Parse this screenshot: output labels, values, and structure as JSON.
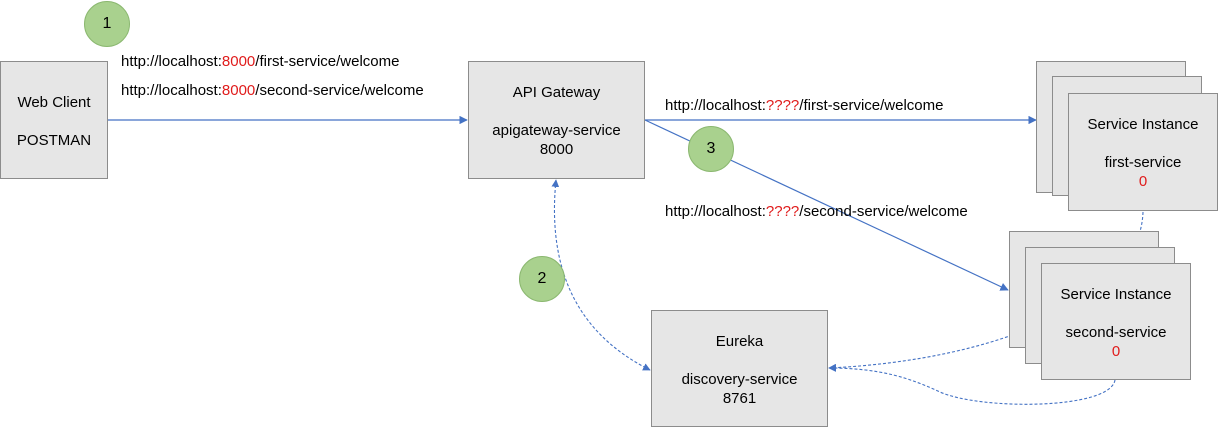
{
  "badges": {
    "step1": "1",
    "step2": "2",
    "step3": "3"
  },
  "web_client": {
    "line1": "Web Client",
    "line2": "POSTMAN"
  },
  "api_gateway": {
    "line1": "API Gateway",
    "line2": "apigateway-service",
    "line3": "8000"
  },
  "eureka": {
    "line1": "Eureka",
    "line2": "discovery-service",
    "line3": "8761"
  },
  "first_service": {
    "line1": "Service Instance",
    "line2": "first-service",
    "line3": "0"
  },
  "second_service": {
    "line1": "Service Instance",
    "line2": "second-service",
    "line3": "0"
  },
  "client_urls": {
    "first": {
      "prefix": "http://localhost:",
      "port": "8000",
      "path": "/first-service/welcome"
    },
    "second": {
      "prefix": "http://localhost:",
      "port": "8000",
      "path": "/second-service/welcome"
    }
  },
  "gateway_urls": {
    "first": {
      "prefix": "http://localhost:",
      "port": "????",
      "path": "/first-service/welcome"
    },
    "second": {
      "prefix": "http://localhost:",
      "port": "????",
      "path": "/second-service/welcome"
    }
  },
  "colors": {
    "connector": "#4472c4",
    "box_fill": "#e6e6e6",
    "badge_fill": "#a9d18e",
    "highlight": "#e01b1b"
  }
}
